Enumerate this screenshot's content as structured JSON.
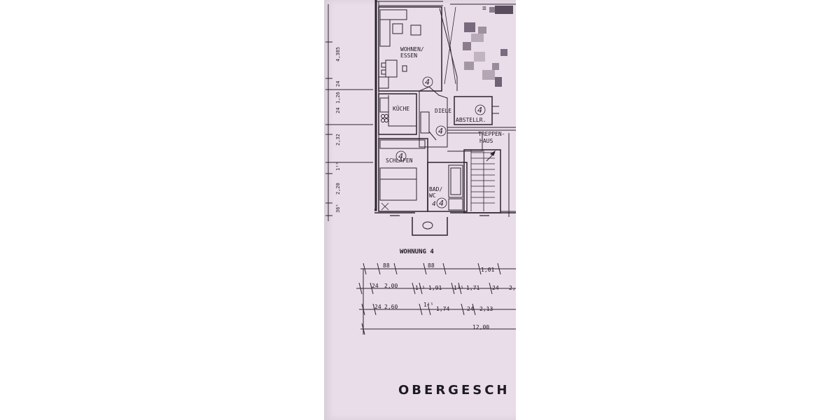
{
  "rooms": {
    "wohnen": "WOHNEN/",
    "essen": "ESSEN",
    "kueche": "KÜCHE",
    "diele": "DIELE",
    "abstellr": "ABSTELLR.",
    "treppen": "TREPPEN-",
    "haus": "HAUS",
    "schlafen": "SCHLAFEN",
    "bad": "BAD/",
    "wc": "WC"
  },
  "unit_marks": [
    "4",
    "4",
    "4",
    "4",
    "4",
    "4"
  ],
  "unit_label": "WOHNUNG 4",
  "floor_title": "OBERGESCH",
  "vertical_dims": [
    "4,385",
    "24",
    "1,26",
    "24",
    "2,32",
    "1¹⁵",
    "2,20",
    "36⁵"
  ],
  "dim_row_1": [
    "88",
    "88",
    "1,01"
  ],
  "dim_row_2": [
    "24",
    "2,00",
    "1¹⁵",
    "1,91",
    "1¹⁵",
    "1,71",
    "24",
    "2,"
  ],
  "dim_row_3": [
    "24",
    "2,60",
    "1¹⁵",
    "1,74",
    "24",
    "2,13"
  ],
  "dim_total": "12,00",
  "header_mark": "≡"
}
